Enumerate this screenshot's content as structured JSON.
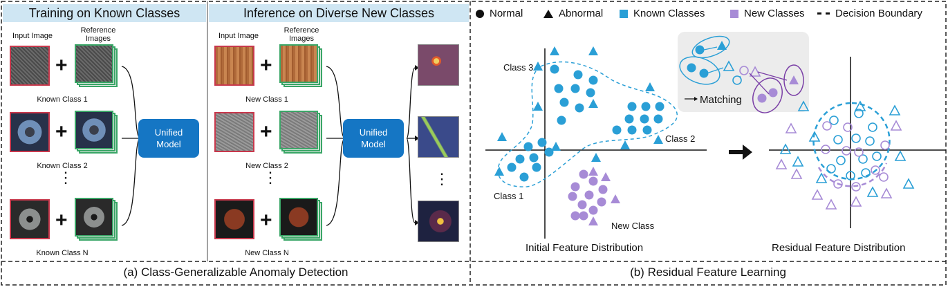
{
  "panel_a": {
    "training_header": "Training on Known Classes",
    "inference_header": "Inference on Diverse New Classes",
    "input_image_label": "Input Image",
    "reference_images_label": "Reference\nImages",
    "known_classes": [
      "Known Class 1",
      "Known Class 2",
      "Known Class N"
    ],
    "new_classes": [
      "New Class 1",
      "New Class 2",
      "New Class N"
    ],
    "unified_model_label": "Unified\nModel",
    "caption": "(a) Class-Generalizable Anomaly Detection"
  },
  "panel_b": {
    "legend": {
      "normal": "Normal",
      "abnormal": "Abnormal",
      "known_classes": "Known Classes",
      "new_classes": "New Classes",
      "decision_boundary": "Decision Boundary"
    },
    "class_labels": {
      "class3": "Class 3",
      "class2": "Class 2",
      "class1": "Class 1",
      "new_class": "New Class"
    },
    "matching_label": "Matching",
    "initial_title": "Initial Feature Distribution",
    "residual_title": "Residual Feature Distribution",
    "caption": "(b) Residual Feature Learning"
  },
  "colors": {
    "known": "#2a9fd6",
    "new": "#a78bd6",
    "header_bg": "#cfe6f3",
    "model_bg": "#1576c4",
    "input_border": "#c8384c",
    "reference_border": "#3aa667",
    "new_dark": "#7a3fa6"
  },
  "icons": [
    "plus-icon",
    "arrow-right-icon",
    "vertical-ellipsis-icon"
  ]
}
